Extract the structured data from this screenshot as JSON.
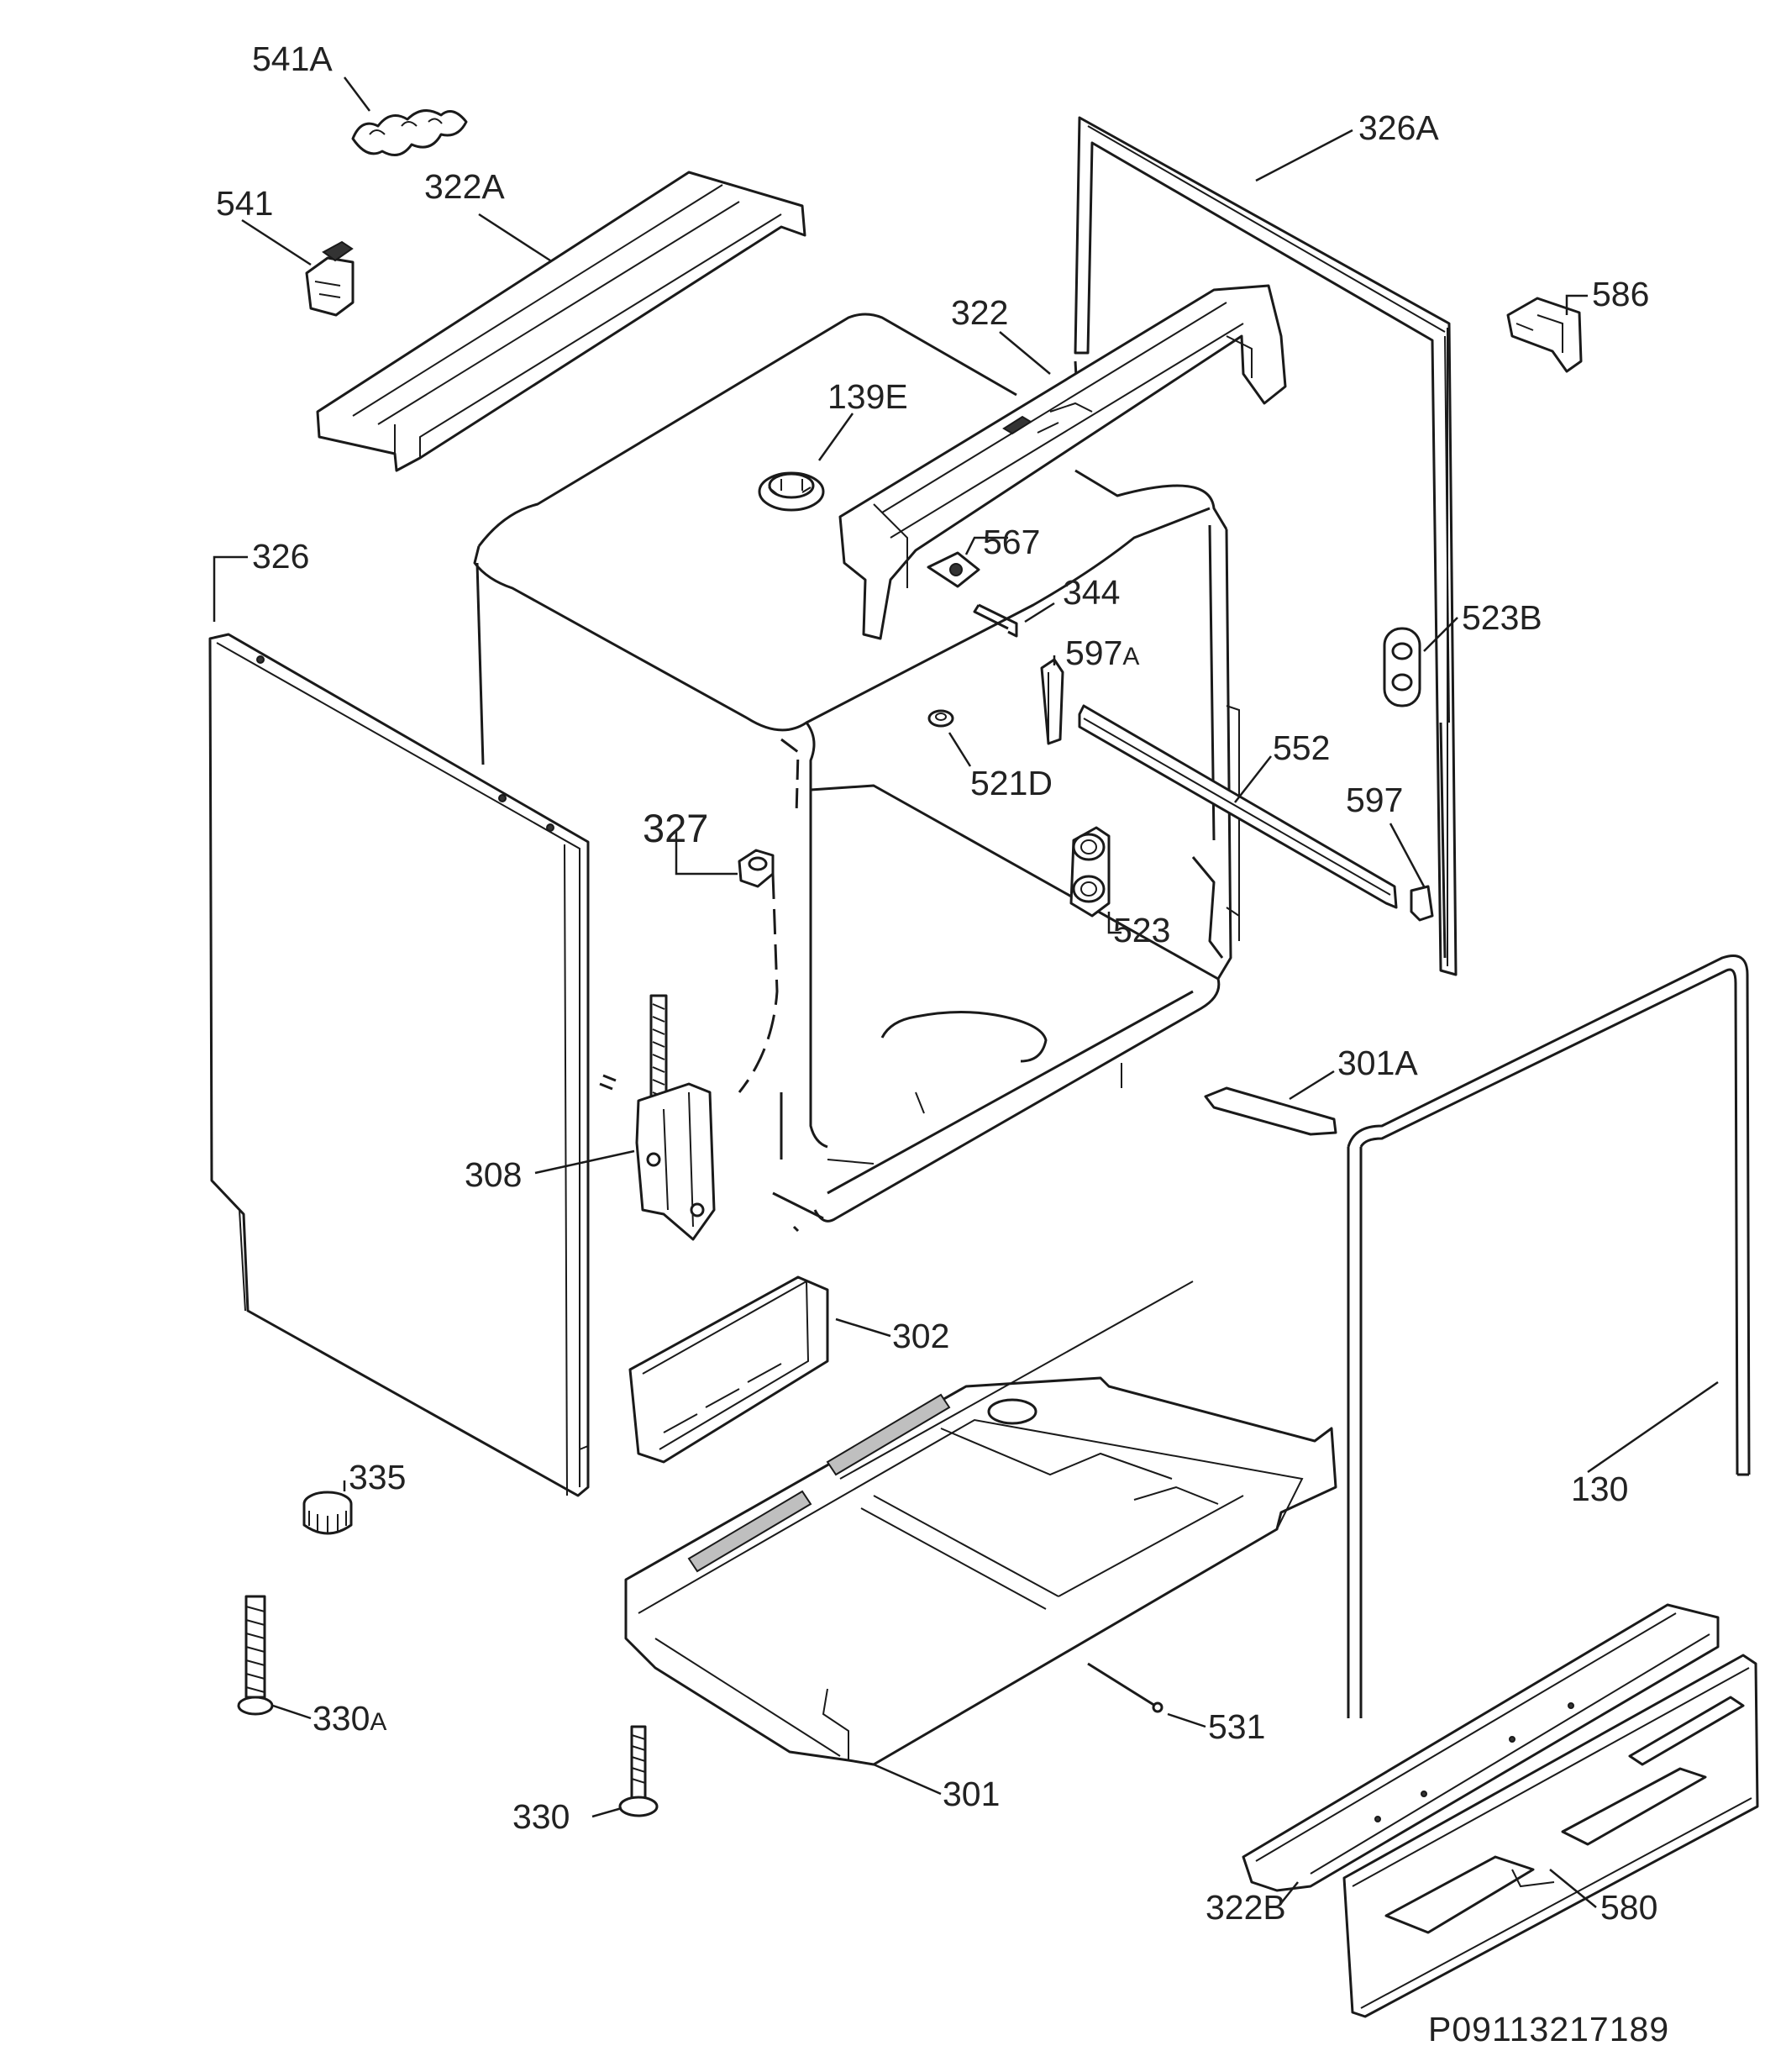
{
  "document_number": "P09113217189",
  "callouts": [
    {
      "id": "c541a",
      "text": "541A"
    },
    {
      "id": "c541",
      "text": "541"
    },
    {
      "id": "c322a",
      "text": "322A"
    },
    {
      "id": "c326a",
      "text": "326A"
    },
    {
      "id": "c586",
      "text": "586"
    },
    {
      "id": "c322",
      "text": "322"
    },
    {
      "id": "c139e",
      "text": "139E"
    },
    {
      "id": "c567",
      "text": "567"
    },
    {
      "id": "c344",
      "text": "344"
    },
    {
      "id": "c326",
      "text": "326"
    },
    {
      "id": "c523b",
      "text": "523B"
    },
    {
      "id": "c597a",
      "text": "597",
      "suffix": "A"
    },
    {
      "id": "c552",
      "text": "552"
    },
    {
      "id": "c521d",
      "text": "521D"
    },
    {
      "id": "c597",
      "text": "597"
    },
    {
      "id": "c327",
      "text": "327"
    },
    {
      "id": "c523",
      "text": "523"
    },
    {
      "id": "c301a",
      "text": "301A"
    },
    {
      "id": "c308",
      "text": "308"
    },
    {
      "id": "c302",
      "text": "302"
    },
    {
      "id": "c130",
      "text": "130"
    },
    {
      "id": "c335",
      "text": "335"
    },
    {
      "id": "c330a",
      "text": "330",
      "suffix": "A"
    },
    {
      "id": "c531",
      "text": "531"
    },
    {
      "id": "c301",
      "text": "301"
    },
    {
      "id": "c330",
      "text": "330"
    },
    {
      "id": "c322b",
      "text": "322B"
    },
    {
      "id": "c580",
      "text": "580"
    }
  ]
}
